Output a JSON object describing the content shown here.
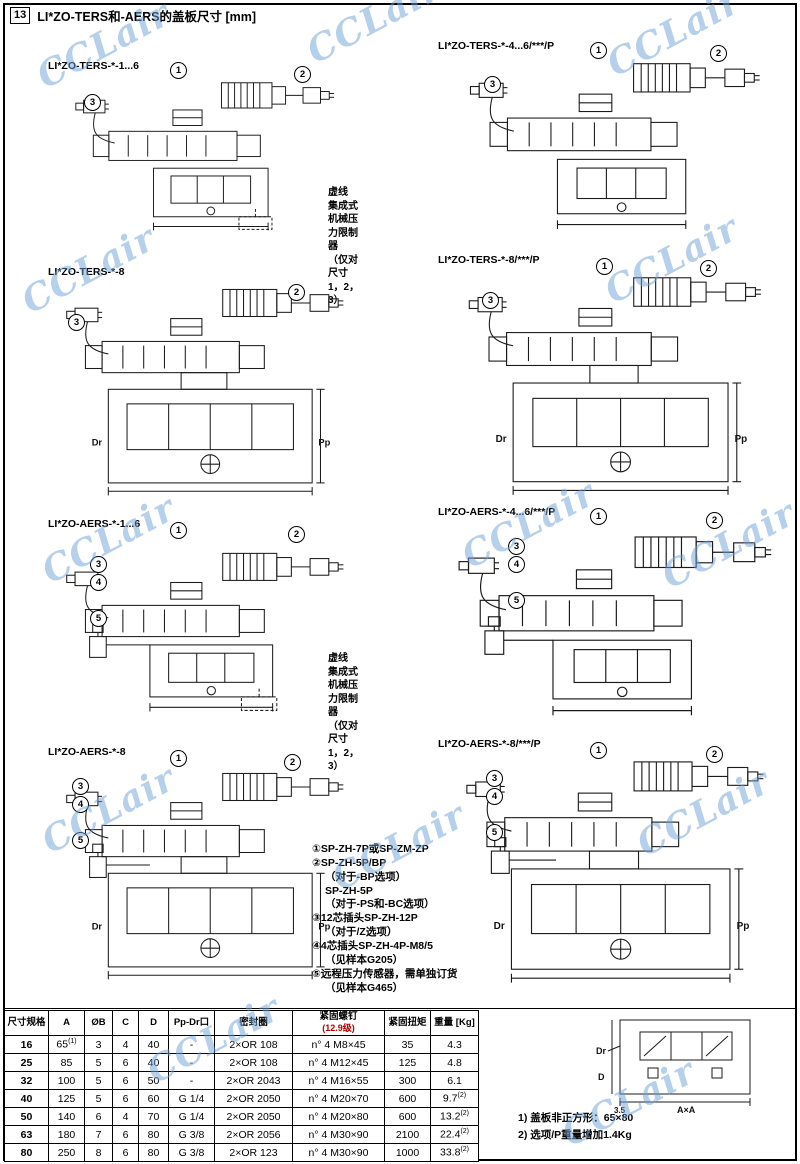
{
  "header": {
    "page_badge": "13",
    "title": "LI*ZO-TERS和-AERS的盖板尺寸 [mm]"
  },
  "watermark": {
    "text": "CCLair"
  },
  "panels": [
    {
      "title": "LI*ZO-TERS-*-1...6",
      "callouts": [
        "1",
        "2",
        "3"
      ],
      "annotation": "虚线\n集成式机械压力限制器\n（仅对尺寸1，2，3）"
    },
    {
      "title": "LI*ZO-TERS-*-4...6/***/P",
      "callouts": [
        "1",
        "2",
        "3"
      ]
    },
    {
      "title": "LI*ZO-TERS-*-8",
      "callouts": [
        "2",
        "3"
      ],
      "port_labels": {
        "pp": "Pp",
        "dr": "Dr"
      }
    },
    {
      "title": "LI*ZO-TERS-*-8/***/P",
      "callouts": [
        "1",
        "2",
        "3"
      ],
      "port_labels": {
        "pp": "Pp",
        "dr": "Dr"
      }
    },
    {
      "title": "LI*ZO-AERS-*-1...6",
      "callouts": [
        "1",
        "2",
        "3",
        "4",
        "5"
      ],
      "annotation": "虚线\n集成式机械压力限制器\n（仅对尺寸1，2，3）"
    },
    {
      "title": "LI*ZO-AERS-*-4...6/***/P",
      "callouts": [
        "1",
        "2",
        "3",
        "4",
        "5"
      ]
    },
    {
      "title": "LI*ZO-AERS-*-8",
      "callouts": [
        "1",
        "2",
        "3",
        "4",
        "5"
      ],
      "port_labels": {
        "pp": "Pp",
        "dr": "Dr"
      }
    },
    {
      "title": "LI*ZO-AERS-*-8/***/P",
      "callouts": [
        "1",
        "2",
        "3",
        "4",
        "5"
      ],
      "port_labels": {
        "pp": "Pp",
        "dr": "Dr"
      }
    }
  ],
  "component_notes": [
    {
      "text": "①SP-ZH-7P或SP-ZM-ZP",
      "indent": 0
    },
    {
      "text": "②SP-ZH-5P/BP",
      "indent": 0
    },
    {
      "text": "（对于-BP选项）",
      "indent": 1
    },
    {
      "text": "SP-ZH-5P",
      "indent": 1
    },
    {
      "text": "（对于-PS和-BC选项）",
      "indent": 1
    },
    {
      "text": "③12芯插头SP-ZH-12P",
      "indent": 0
    },
    {
      "text": "（对于/Z选项）",
      "indent": 1
    },
    {
      "text": "④4芯插头SP-ZH-4P-M8/5",
      "indent": 0
    },
    {
      "text": "（见样本G205）",
      "indent": 1
    },
    {
      "text": "⑤远程压力传感器，需单独订货",
      "indent": 0
    },
    {
      "text": "（见样本G465）",
      "indent": 1
    }
  ],
  "table": {
    "headers": [
      "尺寸规格",
      "A",
      "ØB",
      "C",
      "D",
      "Pp-Dr口",
      "密封圈",
      "紧固螺钉\n(12.9级)",
      "紧固扭矩",
      "重量 [Kg]"
    ],
    "rows": [
      [
        "16",
        "65(1)",
        "3",
        "4",
        "40",
        "-",
        "2×OR 108",
        "n° 4 M8×45",
        "35",
        "4.3"
      ],
      [
        "25",
        "85",
        "5",
        "6",
        "40",
        "-",
        "2×OR 108",
        "n° 4 M12×45",
        "125",
        "4.8"
      ],
      [
        "32",
        "100",
        "5",
        "6",
        "50",
        "-",
        "2×OR 2043",
        "n° 4 M16×55",
        "300",
        "6.1"
      ],
      [
        "40",
        "125",
        "5",
        "6",
        "60",
        "G 1/4",
        "2×OR 2050",
        "n° 4 M20×70",
        "600",
        "9.7(2)"
      ],
      [
        "50",
        "140",
        "6",
        "4",
        "70",
        "G 1/4",
        "2×OR 2050",
        "n° 4 M20×80",
        "600",
        "13.2(2)"
      ],
      [
        "63",
        "180",
        "7",
        "6",
        "80",
        "G 3/8",
        "2×OR 2056",
        "n° 4 M30×90",
        "2100",
        "22.4(2)"
      ],
      [
        "80",
        "250",
        "8",
        "6",
        "80",
        "G 3/8",
        "2×OR 123",
        "n° 4 M30×90",
        "1000",
        "33.8(2)"
      ]
    ]
  },
  "footnotes": [
    "1) 盖板非正方形：65×80",
    "2) 选项/P重量增加1.4Kg"
  ],
  "small_diagram": {
    "labels": {
      "dr": "Dr",
      "d": "D",
      "dim_a": "3.5",
      "dim_b": "A×A"
    }
  }
}
